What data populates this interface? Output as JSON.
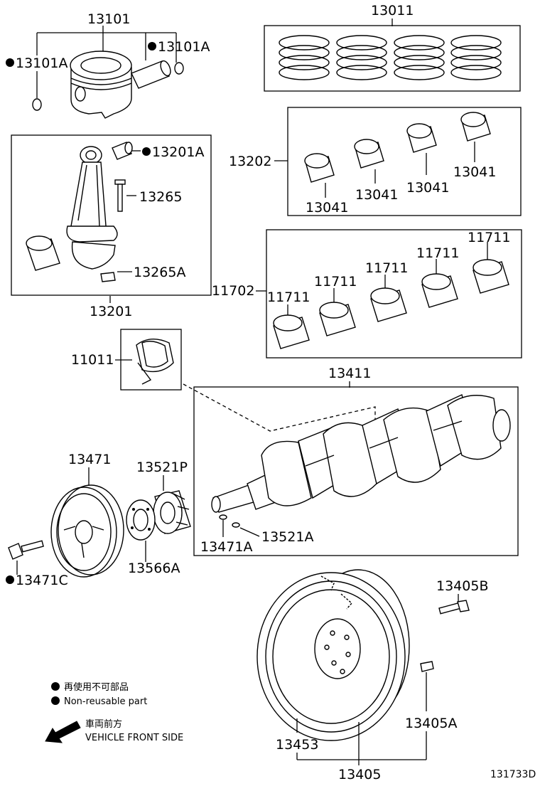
{
  "parts": {
    "p13101": "13101",
    "p13101A_left": "13101A",
    "p13101A_right": "13101A",
    "p13011": "13011",
    "p13201A": "13201A",
    "p13265": "13265",
    "p13265A": "13265A",
    "p13201": "13201",
    "p13202": "13202",
    "p13041_1": "13041",
    "p13041_2": "13041",
    "p13041_3": "13041",
    "p13041_4": "13041",
    "p11702": "11702",
    "p11711_1": "11711",
    "p11711_2": "11711",
    "p11711_3": "11711",
    "p11711_4": "11711",
    "p11711_5": "11711",
    "p11011": "11011",
    "p13411": "13411",
    "p13471": "13471",
    "p13521P": "13521P",
    "p13471A": "13471A",
    "p13521A": "13521A",
    "p13566A": "13566A",
    "p13471C": "13471C",
    "p13405B": "13405B",
    "p13405A": "13405A",
    "p13453": "13453",
    "p13405": "13405"
  },
  "legend": {
    "nonreusable_jp": "再使用不可部品",
    "nonreusable_en": "Non-reusable part",
    "front_jp": "車両前方",
    "front_en": "VEHICLE FRONT SIDE"
  },
  "diagram_ref": "131733D"
}
